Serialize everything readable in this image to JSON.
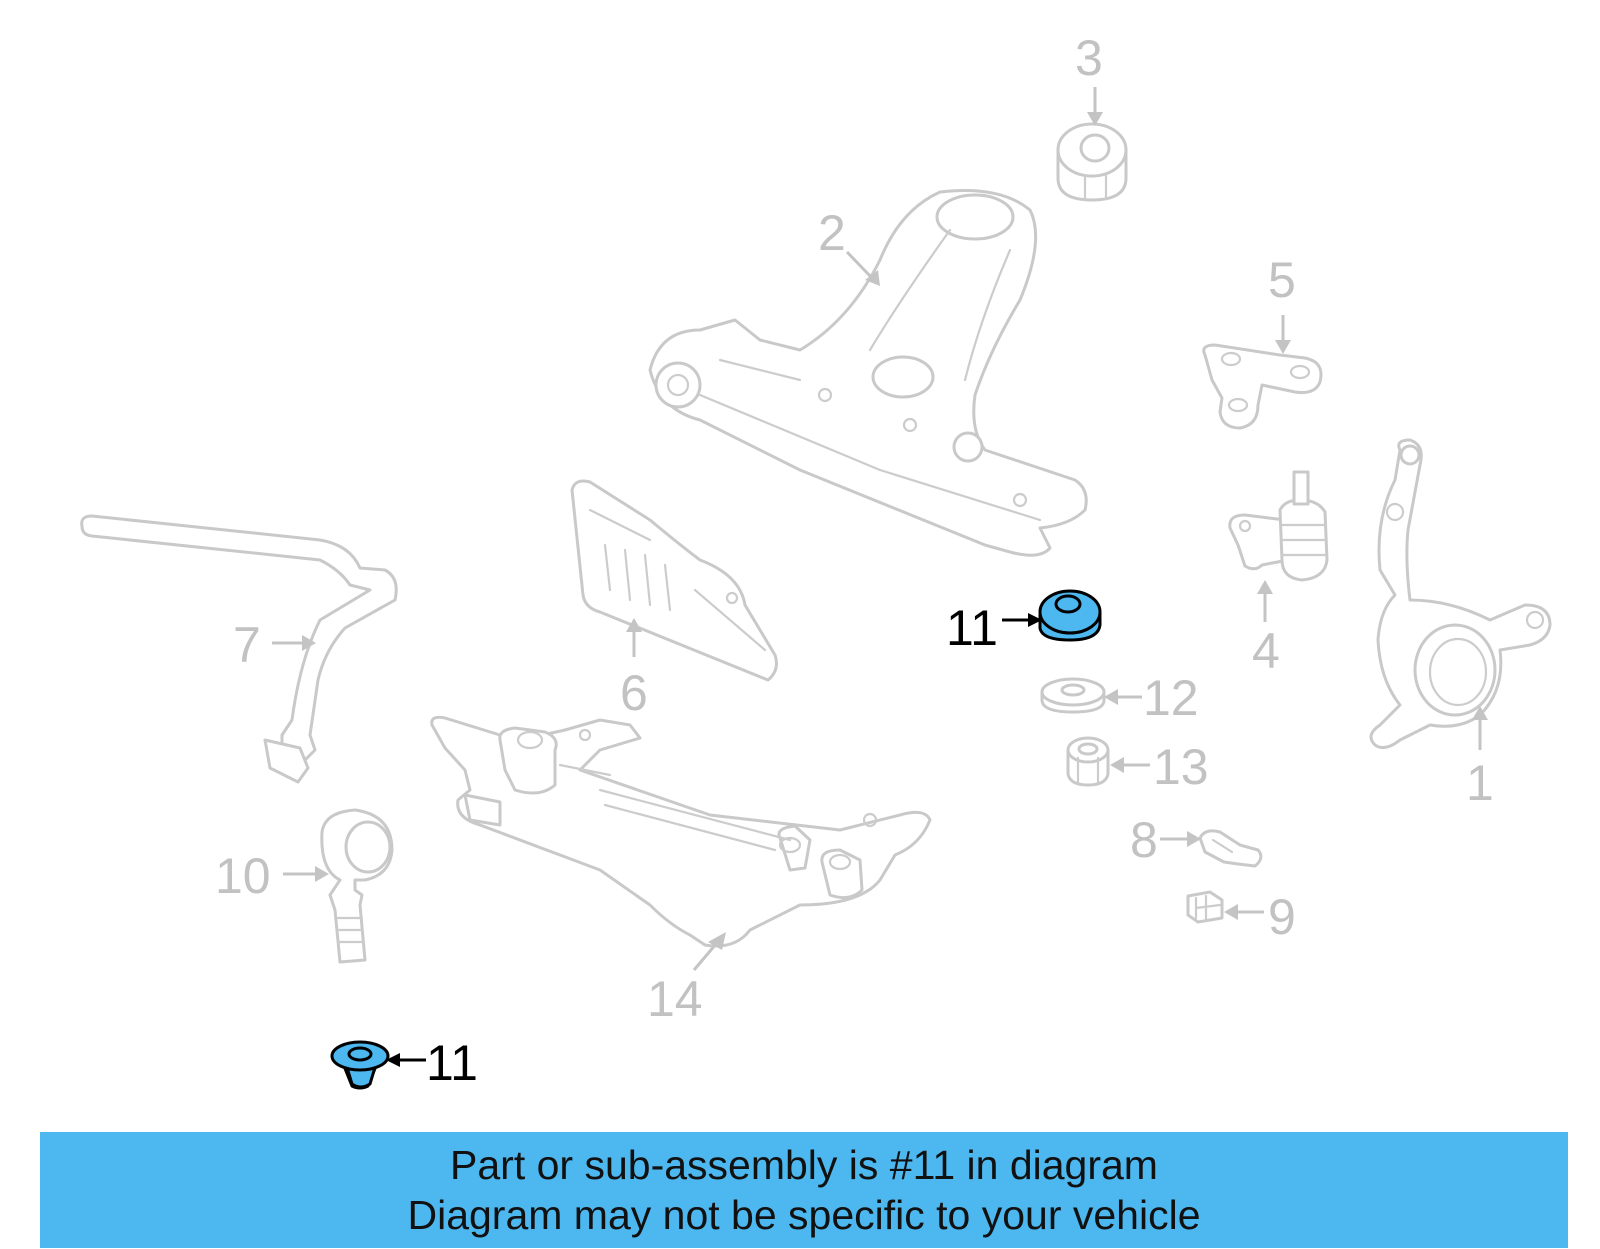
{
  "callouts": {
    "c1": "1",
    "c2": "2",
    "c3": "3",
    "c4": "4",
    "c5": "5",
    "c6": "6",
    "c7": "7",
    "c8": "8",
    "c9": "9",
    "c10": "10",
    "c11_upper": "11",
    "c11_lower": "11",
    "c12": "12",
    "c13": "13",
    "c14": "14"
  },
  "highlighted_part": "11",
  "colors": {
    "highlight_fill": "#4db8f0",
    "ghost_stroke": "#c9c9c9",
    "banner_background": "#4db8f0"
  },
  "banner": {
    "line1": "Part or sub-assembly is #11 in diagram",
    "line2": "Diagram may not be specific to your vehicle"
  }
}
